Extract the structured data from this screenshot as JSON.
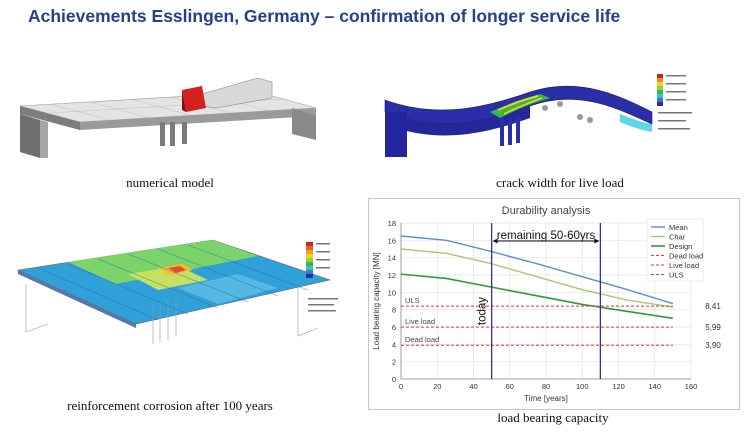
{
  "title": "Achievements Esslingen, Germany – confirmation of longer service life",
  "captions": {
    "numerical_model": "numerical model",
    "crack_width": "crack width for live load",
    "corrosion": "reinforcement corrosion after 100 years",
    "capacity": "load bearing capacity"
  },
  "colors": {
    "title": "#23418f",
    "mean": "#5b8fd6",
    "char": "#a9c96b",
    "design": "#2f9a3e",
    "dead_load": "#e03a2f",
    "marker": "#3b2f8f"
  },
  "chart_data": {
    "type": "line",
    "title": "Durability analysis",
    "xlabel": "Time [years]",
    "ylabel": "Load bearing capacity [MN]",
    "xlim": [
      0,
      160
    ],
    "ylim": [
      0,
      18
    ],
    "xticks": [
      0,
      20,
      40,
      60,
      80,
      100,
      120,
      140,
      160
    ],
    "yticks": [
      0,
      2,
      4,
      6,
      8,
      10,
      12,
      14,
      16,
      18
    ],
    "grid": true,
    "legend_position": "top-right",
    "series": [
      {
        "name": "Mean",
        "style": "solid",
        "x": [
          0,
          25,
          50,
          75,
          100,
          125,
          150
        ],
        "y": [
          16.5,
          16.0,
          14.7,
          13.3,
          11.8,
          10.3,
          8.7
        ]
      },
      {
        "name": "Char",
        "style": "solid",
        "x": [
          0,
          25,
          50,
          75,
          100,
          125,
          150
        ],
        "y": [
          15.0,
          14.5,
          13.3,
          11.8,
          10.3,
          9.1,
          8.3
        ]
      },
      {
        "name": "Design",
        "style": "solid",
        "x": [
          0,
          25,
          50,
          75,
          100,
          125,
          150
        ],
        "y": [
          12.1,
          11.6,
          10.6,
          9.6,
          8.6,
          7.8,
          7.0
        ]
      },
      {
        "name": "Dead load",
        "style": "dashed",
        "x": [
          0,
          150
        ],
        "y": [
          3.9,
          3.9
        ]
      },
      {
        "name": "Live load",
        "style": "dashed",
        "x": [
          0,
          150
        ],
        "y": [
          5.99,
          5.99
        ]
      },
      {
        "name": "ULS",
        "style": "dashed",
        "x": [
          0,
          150
        ],
        "y": [
          8.41,
          8.41
        ]
      }
    ],
    "hlines": [
      {
        "label": "ULS",
        "value": 8.41,
        "value_label": "8,41"
      },
      {
        "label": "Live load",
        "value": 5.99,
        "value_label": "5,99"
      },
      {
        "label": "Dead load",
        "value": 3.9,
        "value_label": "3,90"
      }
    ],
    "vlines": [
      {
        "value": 50
      },
      {
        "value": 110
      }
    ],
    "annotations": {
      "today": "today",
      "remaining": "remaining 50-60yrs"
    }
  }
}
